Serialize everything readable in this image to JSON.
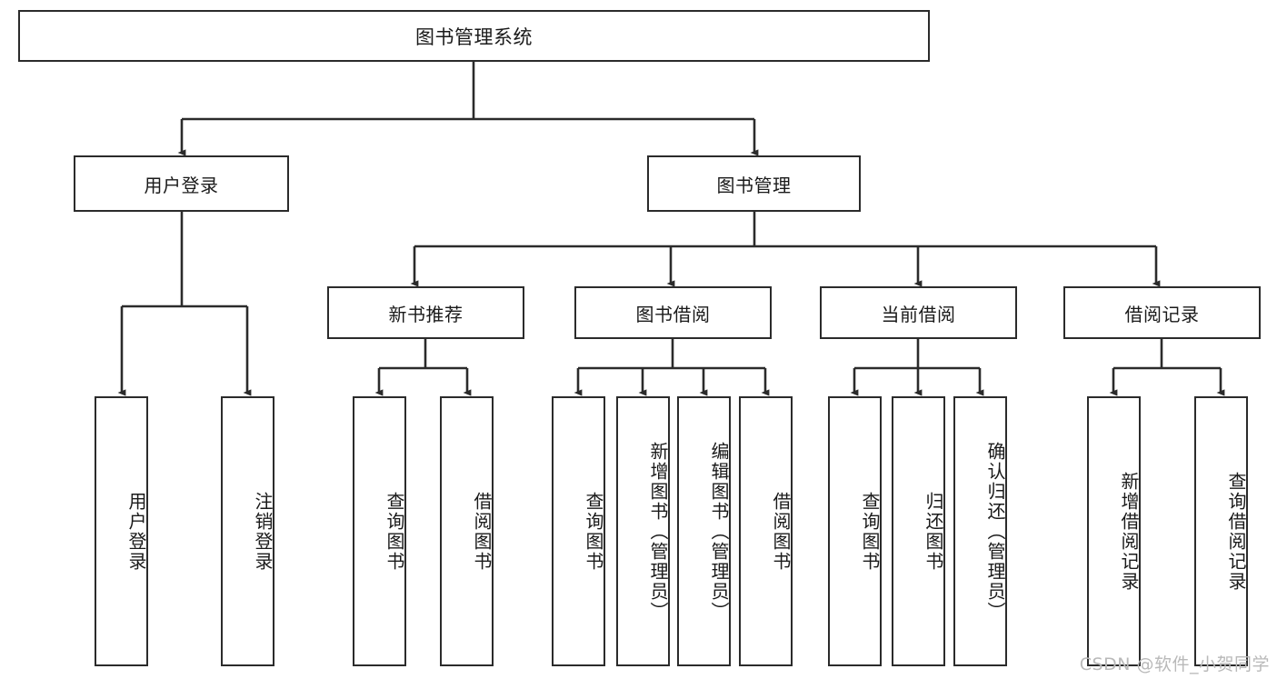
{
  "diagram": {
    "type": "tree-hierarchy",
    "title": "图书管理系统",
    "theme": {
      "background": "#ffffff",
      "node_fill": "#ffffff",
      "node_stroke": "#2b2b2b",
      "edge_stroke": "#2b2b2b",
      "text_color": "#1a1a1a",
      "watermark_color": "#b9b9b9"
    },
    "levels": {
      "root": {
        "label": "图书管理系统"
      },
      "level1": [
        {
          "id": "user-login",
          "label": "用户登录"
        },
        {
          "id": "book-management",
          "label": "图书管理"
        }
      ],
      "level2": [
        {
          "id": "new-book-recommend",
          "label": "新书推荐",
          "parent": "book-management"
        },
        {
          "id": "book-borrow",
          "label": "图书借阅",
          "parent": "book-management"
        },
        {
          "id": "current-borrow",
          "label": "当前借阅",
          "parent": "book-management"
        },
        {
          "id": "borrow-record",
          "label": "借阅记录",
          "parent": "book-management"
        }
      ],
      "leaves": [
        {
          "id": "leaf-user-login",
          "label": "用户登录",
          "parent": "user-login"
        },
        {
          "id": "leaf-logout-login",
          "label": "注销登录",
          "parent": "user-login"
        },
        {
          "id": "leaf-query-book-1",
          "label": "查询图书",
          "parent": "new-book-recommend"
        },
        {
          "id": "leaf-borrow-book-1",
          "label": "借阅图书",
          "parent": "new-book-recommend"
        },
        {
          "id": "leaf-query-book-2",
          "label": "查询图书",
          "parent": "book-borrow"
        },
        {
          "id": "leaf-add-book",
          "label": "新增图书（管理员）",
          "parent": "book-borrow"
        },
        {
          "id": "leaf-edit-book",
          "label": "编辑图书（管理员）",
          "parent": "book-borrow"
        },
        {
          "id": "leaf-borrow-book-2",
          "label": "借阅图书",
          "parent": "book-borrow"
        },
        {
          "id": "leaf-query-book-3",
          "label": "查询图书",
          "parent": "current-borrow"
        },
        {
          "id": "leaf-return-book",
          "label": "归还图书",
          "parent": "current-borrow"
        },
        {
          "id": "leaf-confirm-return",
          "label": "确认归还（管理员）",
          "parent": "current-borrow"
        },
        {
          "id": "leaf-add-record",
          "label": "新增借阅记录",
          "parent": "borrow-record"
        },
        {
          "id": "leaf-query-record",
          "label": "查询借阅记录",
          "parent": "borrow-record"
        }
      ]
    },
    "watermark": "CSDN @软件_小贺同学"
  }
}
